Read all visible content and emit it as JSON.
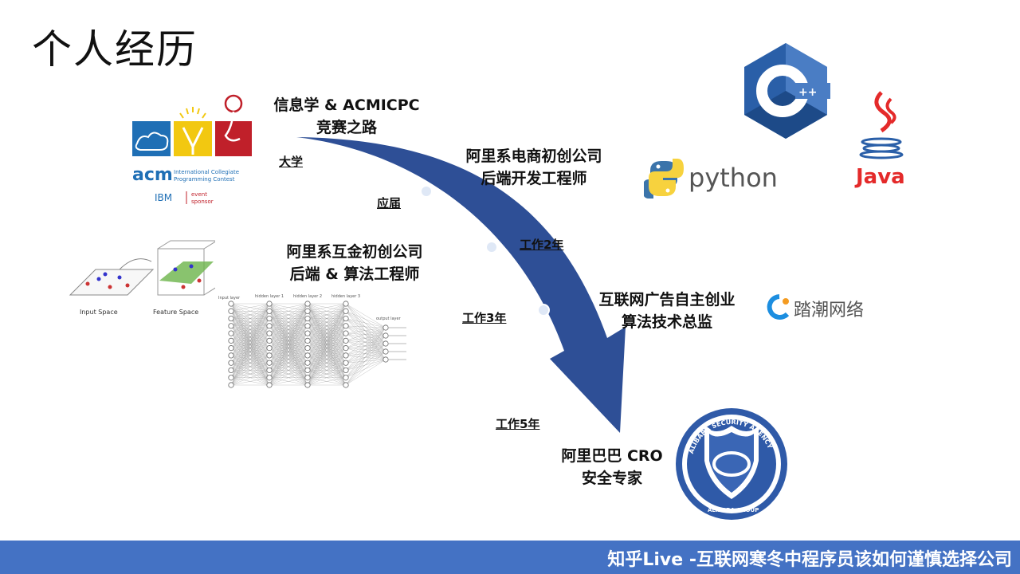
{
  "slide": {
    "title": "个人经历",
    "footer": "知乎Live -互联网寒冬中程序员该如何谨慎选择公司"
  },
  "timeline": {
    "nodes": [
      {
        "line1": "信息学 & ACMICPC",
        "line2": "竞赛之路"
      },
      {
        "line1": "阿里系电商初创公司",
        "line2": "后端开发工程师"
      },
      {
        "line1": "阿里系互金初创公司",
        "line2": "后端 & 算法工程师"
      },
      {
        "line1": "互联网广告自主创业",
        "line2": "算法技术总监"
      },
      {
        "line1": "阿里巴巴 CRO",
        "line2": "安全专家"
      }
    ],
    "stages": [
      "大学",
      "应届",
      "工作2年",
      "工作3年",
      "工作5年"
    ]
  },
  "logos": {
    "acm": {
      "name": "acm",
      "subtitle1": "International Collegiate",
      "subtitle2": "Programming Contest",
      "sponsor": "IBM",
      "sponsor_note1": "event",
      "sponsor_note2": "sponsor"
    },
    "cpp": {
      "text": "C",
      "plus": "++"
    },
    "python": {
      "text": "python"
    },
    "java": {
      "text": "Java"
    },
    "tachao": {
      "text": "踏潮网络"
    },
    "alibaba_security": {
      "top_text": "ALIBABA SECURITY AGENCY",
      "bottom_text": "ALIBABA GROUP"
    },
    "ml": {
      "input_space": "Input Space",
      "feature_space": "Feature Space",
      "nn_input": "Input layer",
      "nn_h1": "hidden layer 1",
      "nn_h2": "hidden layer 2",
      "nn_h3": "hidden layer 3",
      "nn_out": "output layer"
    }
  },
  "colors": {
    "arrow": "#2e4f96",
    "footer": "#4472c4",
    "milestone": "#dfe8f6"
  }
}
